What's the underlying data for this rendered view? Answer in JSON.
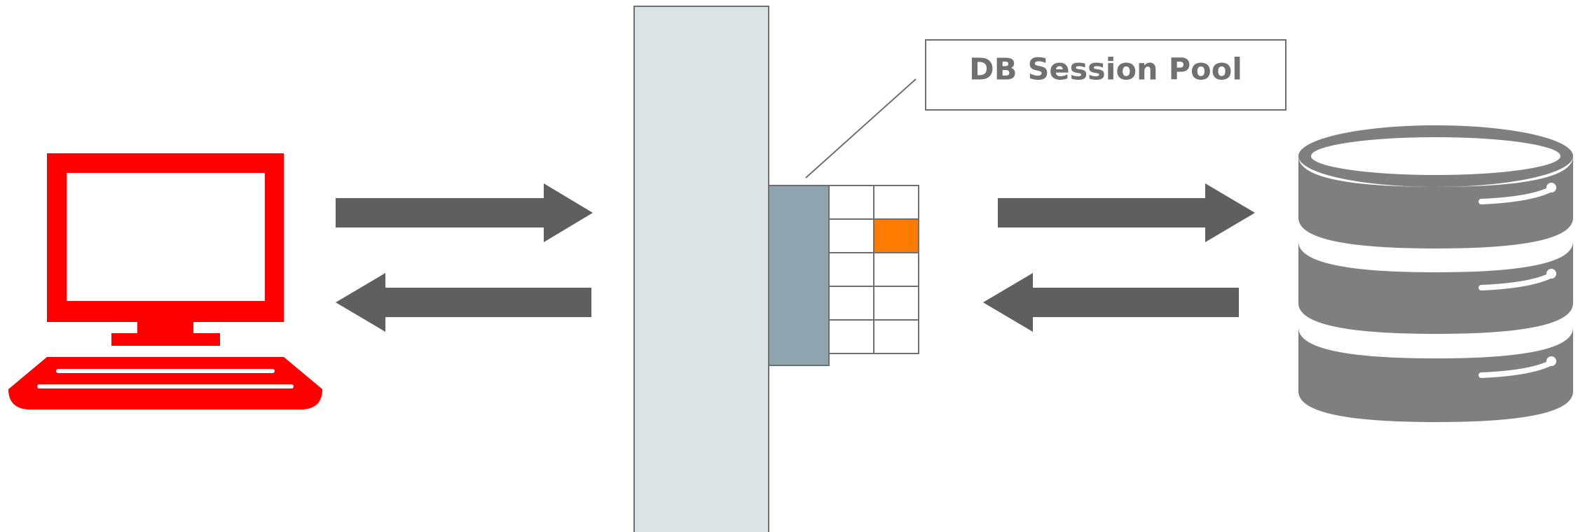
{
  "callout": {
    "label": "DB Session Pool"
  },
  "icons": {
    "client": "computer-icon",
    "database": "database-icon"
  },
  "colors": {
    "client_red": "#ff0000",
    "arrow_gray": "#5f5f5f",
    "server_fill": "#dbe3e5",
    "pool_block": "#8ea5b0",
    "active_session": "#ff7a00",
    "database_gray": "#7f7f7f"
  },
  "session_grid": {
    "rows": 5,
    "columns": 2,
    "active_cell": {
      "row": 2,
      "column": 2
    }
  }
}
